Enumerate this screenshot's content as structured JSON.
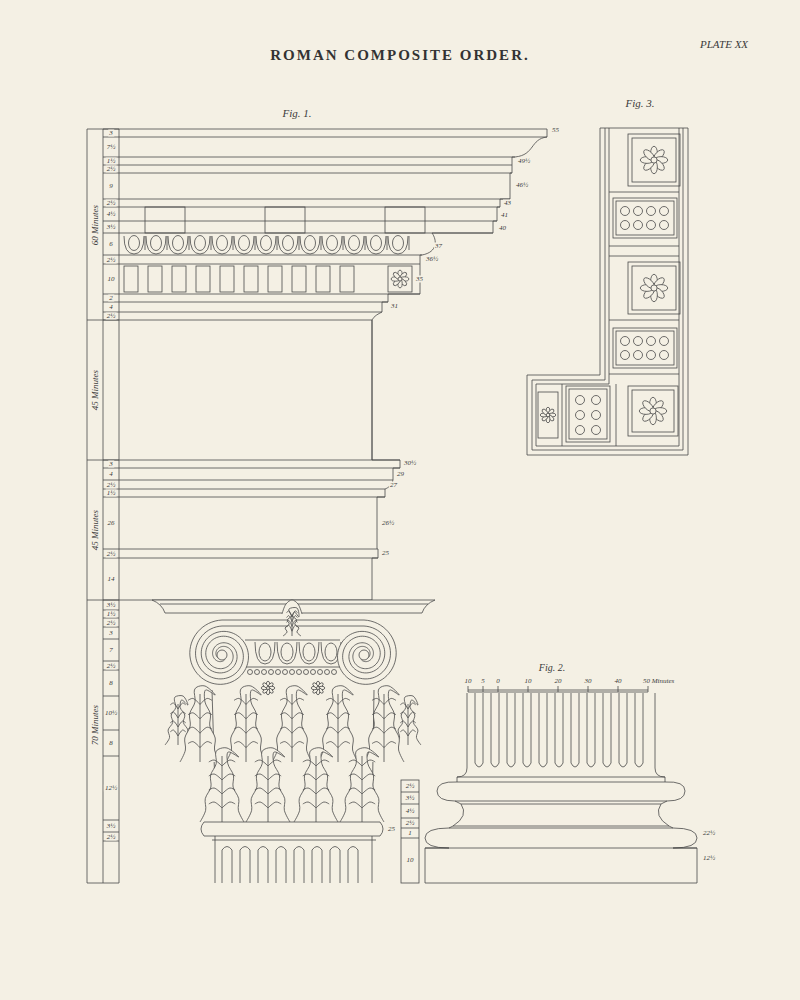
{
  "diagram": {
    "title": "ROMAN COMPOSITE ORDER.",
    "labels": [
      "PLATE XX",
      "Fig. 1.",
      "Fig. 3.",
      "Fig. 2.",
      "60 Minutes",
      "45 Minutes",
      "45 Minutes",
      "70 Minutes",
      "3",
      "7½",
      "1½",
      "2½",
      "9",
      "2½",
      "4½",
      "3½",
      "6",
      "2½",
      "10",
      "2",
      "4",
      "2½",
      "3",
      "4",
      "2½",
      "1½",
      "26",
      "2½",
      "14",
      "3½",
      "1½",
      "2½",
      "3",
      "7",
      "2½",
      "8",
      "10½",
      "8",
      "12½",
      "3½",
      "2½",
      "55",
      "49½",
      "46½",
      "43",
      "41",
      "40",
      "37",
      "36½",
      "35",
      "31",
      "30½",
      "29",
      "27",
      "26½",
      "25",
      "25",
      "2½",
      "3½",
      "4½",
      "2½",
      "1",
      "10",
      "10",
      "5",
      "0",
      "10",
      "20",
      "30",
      "40",
      "50 Minutes",
      "22½",
      "12½"
    ]
  }
}
